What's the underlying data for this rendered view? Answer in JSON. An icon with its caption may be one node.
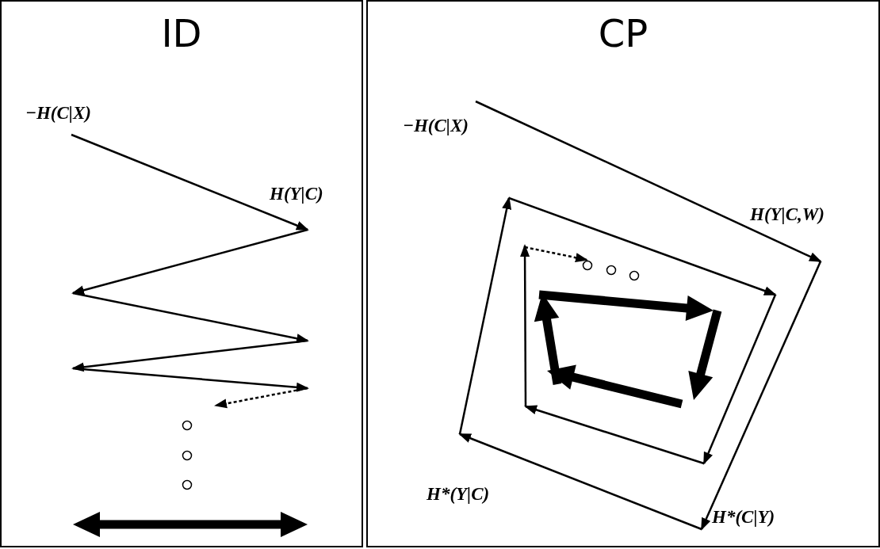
{
  "diagram": {
    "nodes": [
      {
        "text": [
          "ID"
        ]
      },
      {
        "text": [
          "CP"
        ]
      }
    ],
    "edges": [],
    "labels": [
      "−H(C|X)",
      "H(Y|C)",
      "−H(C|X)",
      "H(Y|C,W)",
      "H*(Y|C)",
      "H*(C|Y)"
    ]
  }
}
